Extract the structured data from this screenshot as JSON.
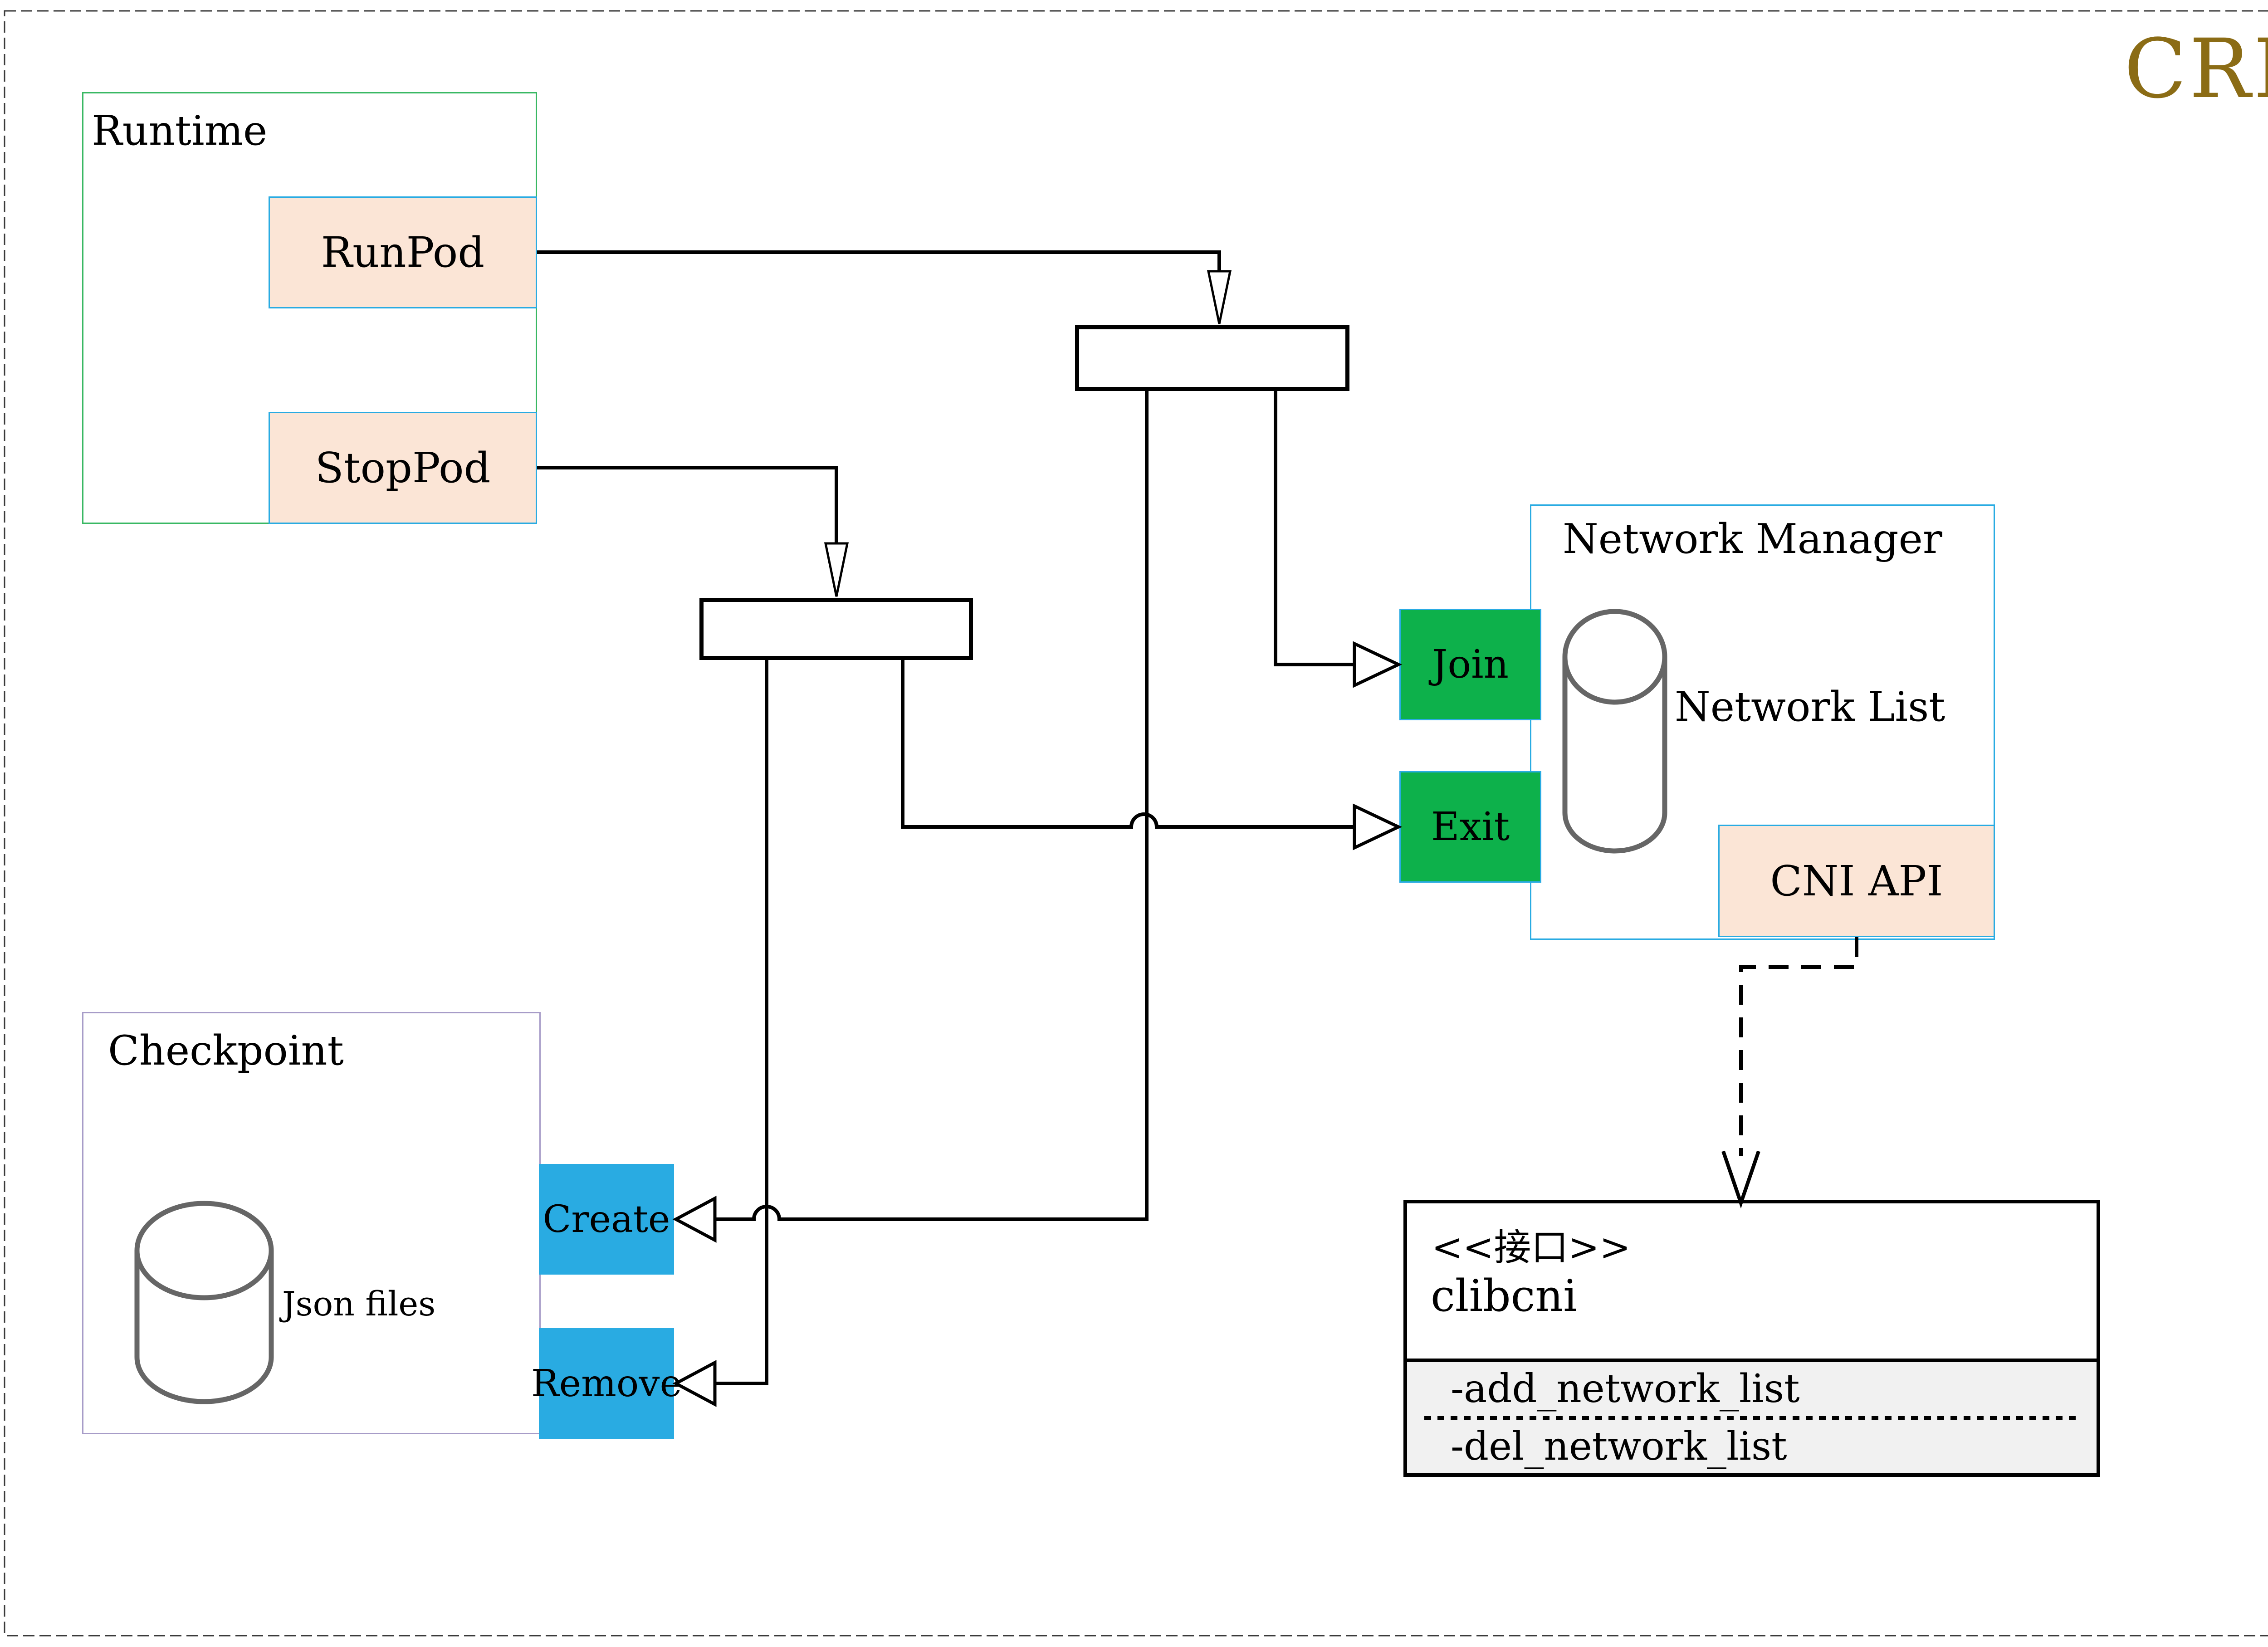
{
  "title": "CRI",
  "runtime": {
    "label": "Runtime",
    "runpod": "RunPod",
    "stoppod": "StopPod"
  },
  "network_manager": {
    "label": "Network Manager",
    "join": "Join",
    "exit": "Exit",
    "network_list": "Network List",
    "cni_api": "CNI API"
  },
  "checkpoint": {
    "label": "Checkpoint",
    "json_files": "Json files",
    "create": "Create",
    "remove": "Remove"
  },
  "interface_box": {
    "stereotype": "<<接口>>",
    "name": "clibcni",
    "methods": [
      "-add_network_list",
      "-del_network_list"
    ]
  },
  "colors": {
    "accent_cyan": "#29ABE2",
    "peach_fill": "#FBE5D6",
    "green_fill": "#0DB14B",
    "runtime_border_green": "#39B863",
    "checkpoint_border_purple": "#A79CC8",
    "cri_gold": "#8B6C15",
    "methods_gray_fill": "#F1F1F1",
    "cylinder_stroke": "#666666"
  }
}
